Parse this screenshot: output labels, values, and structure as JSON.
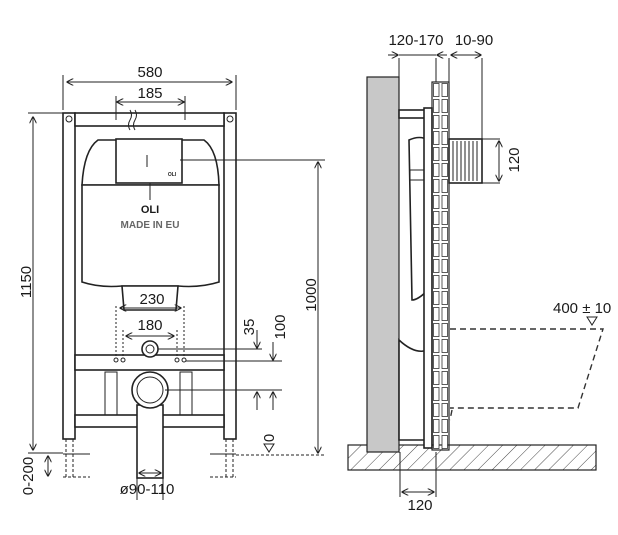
{
  "front_view": {
    "width_frame": "580",
    "width_inlet": "185",
    "height_frame": "1150",
    "height_button": "1000",
    "width_outlet_upper": "230",
    "width_outlet_lower": "180",
    "offset_35": "35",
    "offset_100": "100",
    "floor_level": "0",
    "foot_adjust": "0-200",
    "drain_diameter": "ø90-110",
    "brand": "OLI",
    "brand_small": "OLI",
    "made_in": "MADE IN EU"
  },
  "side_view": {
    "depth_range": "120-170",
    "wall_range": "10-90",
    "button_height": "120",
    "seat_height": "400 ± 10",
    "floor_depth": "120"
  },
  "colors": {
    "line": "#222222",
    "wall": "#c8c8c8"
  }
}
